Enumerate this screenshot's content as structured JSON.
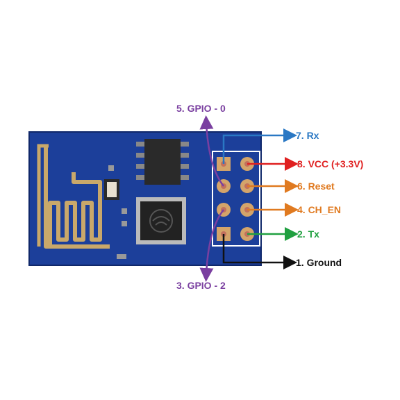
{
  "colors": {
    "board": "#1c3f9a",
    "board_dark": "#10286a",
    "gold": "#c9a86a",
    "gold_dark": "#a88a4e",
    "chip": "#2a2a2a",
    "pad": "#999999",
    "pin_header_outline": "#ffffff",
    "pin_gold": "#d4a46a",
    "pin_hole": "#c2705d",
    "led": "#e8e0d0",
    "purple": "#7a3fa0",
    "blue": "#2a78c4",
    "red": "#e02020",
    "orange": "#e07a20",
    "green": "#20a040",
    "black": "#111111"
  },
  "pins": {
    "gpio0": {
      "label": "5. GPIO - 0",
      "color": "purple"
    },
    "gpio2": {
      "label": "3. GPIO - 2",
      "color": "purple"
    },
    "rx": {
      "label": "7. Rx",
      "color": "blue"
    },
    "vcc": {
      "label": "8. VCC (+3.3V)",
      "color": "red"
    },
    "reset": {
      "label": "6. Reset",
      "color": "orange"
    },
    "ch_en": {
      "label": "4. CH_EN",
      "color": "orange"
    },
    "tx": {
      "label": "2. Tx",
      "color": "green"
    },
    "ground": {
      "label": "1. Ground",
      "color": "black"
    }
  }
}
